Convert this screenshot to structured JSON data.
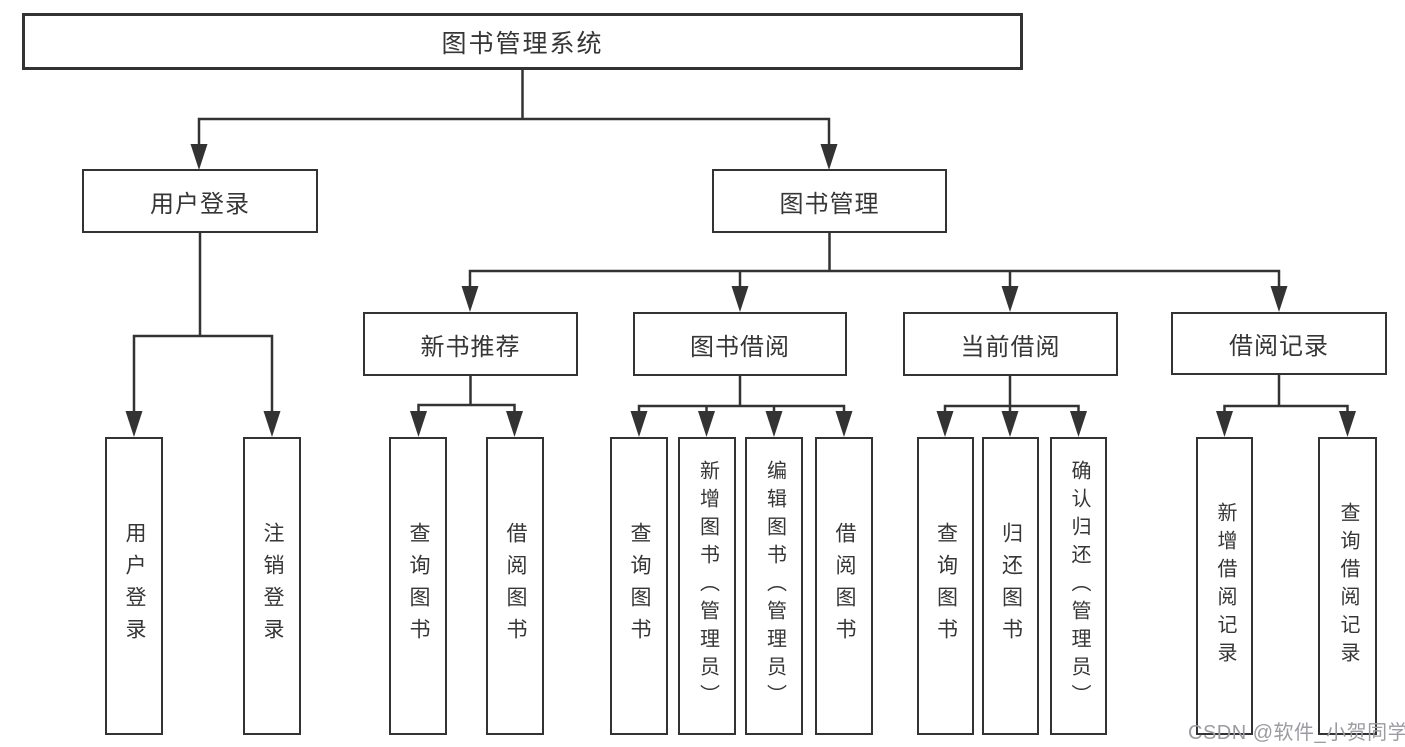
{
  "diagram": {
    "type": "hierarchy-tree",
    "colors": {
      "line": "#333333",
      "box_border": "#333333",
      "text": "#363636",
      "background": "#ffffff",
      "watermark_text": "#9b9ba3"
    }
  },
  "tree": {
    "root": {
      "label": "图书管理系统",
      "children": [
        {
          "label": "用户登录",
          "children": [
            {
              "label": "用户登录"
            },
            {
              "label": "注销登录"
            }
          ]
        },
        {
          "label": "图书管理",
          "children": [
            {
              "label": "新书推荐",
              "children": [
                {
                  "label": "查询图书"
                },
                {
                  "label": "借阅图书"
                }
              ]
            },
            {
              "label": "图书借阅",
              "children": [
                {
                  "label": "查询图书"
                },
                {
                  "label": "新增图书（管理员）"
                },
                {
                  "label": "编辑图书（管理员）"
                },
                {
                  "label": "借阅图书"
                }
              ]
            },
            {
              "label": "当前借阅",
              "children": [
                {
                  "label": "查询图书"
                },
                {
                  "label": "归还图书"
                },
                {
                  "label": "确认归还（管理员）"
                }
              ]
            },
            {
              "label": "借阅记录",
              "children": [
                {
                  "label": "新增借阅记录"
                },
                {
                  "label": "查询借阅记录"
                }
              ]
            }
          ]
        }
      ]
    }
  },
  "watermark": {
    "text": "CSDN @软件_小贺同学"
  }
}
